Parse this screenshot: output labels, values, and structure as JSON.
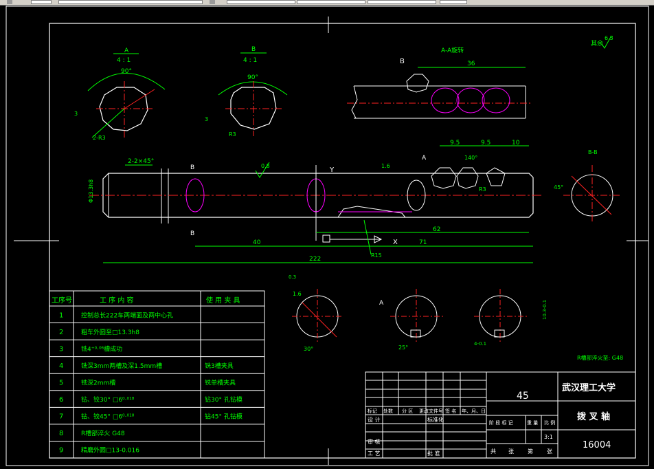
{
  "colors": {
    "line": "#ffffff",
    "green": "#00ff00",
    "red": "#ff2020",
    "magenta": "#ff00ff",
    "yellow": "#ffff00",
    "cyan": "#00ffff",
    "background": "#000000"
  },
  "section_a": {
    "title": "A",
    "scale": "4 : 1",
    "angle": "90°",
    "dim1": "3",
    "dim2": "2-R3"
  },
  "section_b": {
    "title": "B",
    "scale": "4 : 1",
    "angle": "90°",
    "dim1": "3",
    "dim2": "R3"
  },
  "detail_view": {
    "label": "A-A旋转",
    "marker": "B",
    "dim": "36"
  },
  "roughness": {
    "note": "其余",
    "value": "6.3"
  },
  "main_view": {
    "chamfer": "2-2×45°",
    "dia_left": "Φ13.3h8",
    "roughness_mid": "0.8",
    "dim_1_6": "1.6",
    "dims_top": [
      "9.5",
      "9.5",
      "10"
    ],
    "angle_140": "140°",
    "r3": "R3",
    "cut_b_top": "B",
    "cut_b_bottom": "B",
    "cut_a": "A",
    "dim_40": "40",
    "dim_62": "62",
    "dim_71": "71",
    "dim_222": "222",
    "r15": "R15",
    "axis_y": "Y",
    "axis_x": "X"
  },
  "section_bb": {
    "title": "B-B",
    "angle": "45°"
  },
  "small_sections": {
    "s1": {
      "dims": [
        "0.3",
        "1.6",
        "30°"
      ]
    },
    "s2": {
      "dims": [
        "A",
        "25°"
      ]
    },
    "s3": {
      "dims": [
        "4-0.1",
        "10.3-0.1"
      ]
    },
    "note": "R槽部淬火至: G48"
  },
  "process_table": {
    "headers": [
      "工序号",
      "工 序 内 容",
      "使 用 夹 具"
    ],
    "rows": [
      {
        "no": "1",
        "content": "控制总长222车两端面及两中心孔",
        "fixture": ""
      },
      {
        "no": "2",
        "content": "粗车外圆至□13.3h8",
        "fixture": ""
      },
      {
        "no": "3",
        "content": "铣4⁺⁰·⁰⁶槽成功",
        "fixture": ""
      },
      {
        "no": "4",
        "content": "铣深3mm两槽及深1.5mm槽",
        "fixture": "铣3槽夹具"
      },
      {
        "no": "5",
        "content": "铣深2mm槽",
        "fixture": "铣单槽夹具"
      },
      {
        "no": "6",
        "content": "钻、铰30° □6⁰·⁰¹⁸",
        "fixture": "钻30° 孔钻模"
      },
      {
        "no": "7",
        "content": "钻、铰45° □6⁰·⁰¹⁸",
        "fixture": "钻45° 孔钻模"
      },
      {
        "no": "8",
        "content": "R槽部淬火 G48",
        "fixture": ""
      },
      {
        "no": "9",
        "content": "精磨外圆□13-0.016",
        "fixture": ""
      }
    ]
  },
  "title_block": {
    "material": "45",
    "school": "武汉理工大学",
    "part_name": "拨 叉 轴",
    "drawing_no": "16004",
    "scale": "3:1",
    "row_labels": [
      "标记",
      "处数",
      "分 区",
      "更改文件号",
      "签 名",
      "年、月、日"
    ],
    "design": "设 计",
    "standard": "标准化",
    "review": "审 核",
    "process": "工 艺",
    "approve": "批 准",
    "stage_labels": [
      "阶 段 标 记",
      "重 量",
      "比 例"
    ],
    "sheet_labels": [
      "共",
      "张",
      "第",
      "张"
    ]
  }
}
